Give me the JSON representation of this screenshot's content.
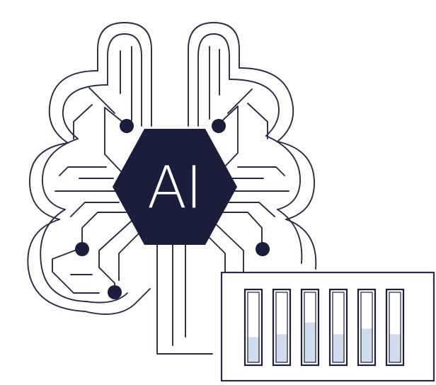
{
  "badge": {
    "label": "AI"
  },
  "colors": {
    "ink": "#1c1d3b",
    "trace": "#2a2c45",
    "fill_level": "#cfdcef",
    "background": "#ffffff"
  },
  "icons": {
    "brain": "brain-circuit-icon",
    "chip": "ai-hexagon-chip-icon",
    "meter": "level-meter-icon"
  },
  "meter": {
    "levels": [
      0.36,
      0.4,
      0.57,
      0.4,
      0.48,
      0.4
    ]
  }
}
